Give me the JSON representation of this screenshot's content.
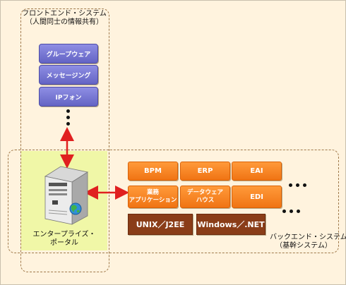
{
  "frontend": {
    "title_line1": "フロントエンド・システム",
    "title_line2": "（人間同士の情報共有）",
    "items": [
      {
        "label": "グループウェア"
      },
      {
        "label": "メッセージング"
      },
      {
        "label": "IPフォン"
      }
    ]
  },
  "portal": {
    "label_line1": "エンタープライズ・",
    "label_line2": "ポータル"
  },
  "backend": {
    "title_line1": "バックエンド・システム",
    "title_line2": "（基幹システム）",
    "row1": [
      {
        "label": "BPM"
      },
      {
        "label": "ERP"
      },
      {
        "label": "EAI"
      }
    ],
    "row2": [
      {
        "line1": "業務",
        "line2": "アプリケーション"
      },
      {
        "line1": "データウェア",
        "line2": "ハウス"
      },
      {
        "line1": "EDI",
        "line2": ""
      }
    ],
    "platforms": [
      {
        "label": "UNIX／J2EE"
      },
      {
        "label": "Windows／.NET"
      }
    ]
  },
  "colors": {
    "background": "#fff3de",
    "frontend_button": "#7a7ad6",
    "backend_button": "#f58220",
    "platform_box": "#8a3d18",
    "portal_highlight": "#f0f7a7",
    "arrow": "#e02020"
  },
  "icons": {
    "server": "server-icon",
    "globe": "globe-icon"
  }
}
